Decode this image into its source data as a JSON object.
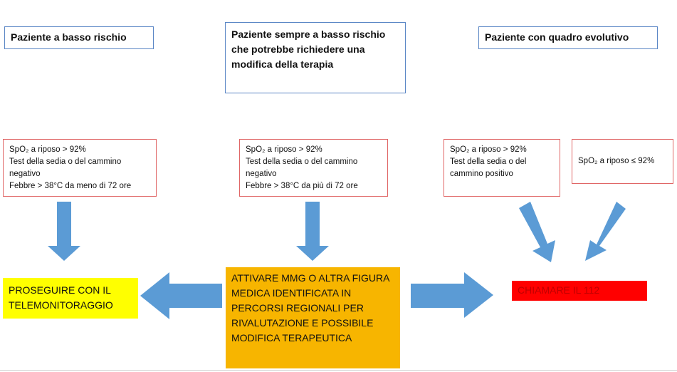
{
  "headers": {
    "left": "Paziente a basso rischio",
    "center": "Paziente sempre a basso rischio che potrebbe richiedere una modifica della terapia",
    "right": "Paziente con quadro evolutivo"
  },
  "criteria": {
    "left": {
      "spo2": "SpO₂ a riposo > 92%",
      "test1": "Test della sedia o del cammino",
      "test2": "negativo",
      "fever": "Febbre > 38°C da meno di 72 ore"
    },
    "center": {
      "spo2": "SpO₂ a riposo > 92%",
      "test1": "Test della sedia o del cammino",
      "test2": "negativo",
      "fever": "Febbre > 38°C da più di 72 ore"
    },
    "right_a": {
      "spo2": "SpO₂ a riposo > 92%",
      "test1": "Test della sedia o del",
      "test2": "cammino positivo"
    },
    "right_b": {
      "spo2": "SpO₂ a riposo ≤ 92%"
    }
  },
  "outcomes": {
    "continue": "PROSEGUIRE CON IL TELEMONITORAGGIO",
    "activate": "ATTIVARE MMG O ALTRA FIGURA MEDICA IDENTIFICATA IN PERCORSI REGIONALI PER RIVALUTAZIONE E POSSIBILE MODIFICA TERAPEUTICA",
    "call": "CHIAMARE IL 112"
  },
  "colors": {
    "arrow": "#5b9bd5",
    "header_border": "#5a86c5",
    "criteria_border": "#e06666",
    "continue_bg": "#ffff00",
    "activate_bg": "#f7b500",
    "call_bg": "#ff0000"
  }
}
